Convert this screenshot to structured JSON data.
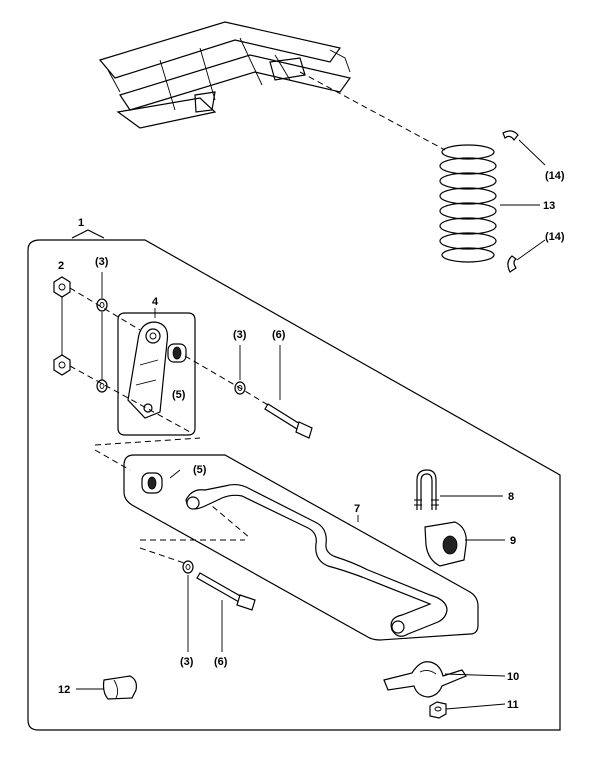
{
  "callouts": {
    "c1": "1",
    "c2": "2",
    "c3a": "(3)",
    "c3b": "(3)",
    "c3c": "(3)",
    "c4": "4",
    "c5a": "(5)",
    "c5b": "(5)",
    "c6a": "(6)",
    "c6b": "(6)",
    "c7": "7",
    "c8": "8",
    "c9": "9",
    "c10": "10",
    "c11": "11",
    "c12": "12",
    "c13": "13",
    "c14a": "(14)",
    "c14b": "(14)"
  }
}
